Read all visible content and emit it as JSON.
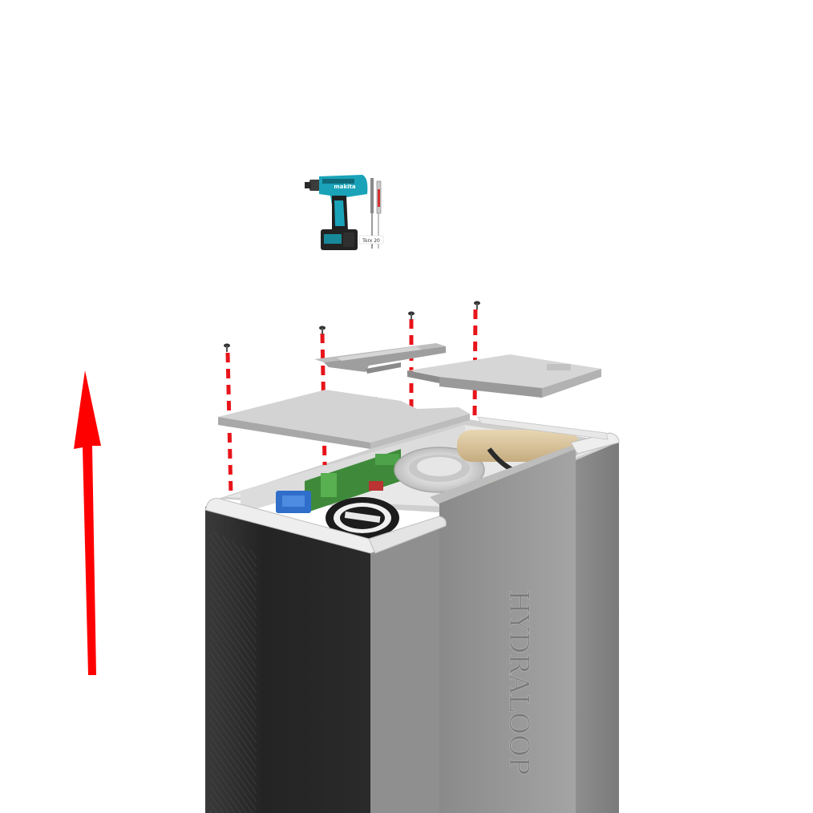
{
  "tool": {
    "brand": "makita",
    "bit_label": "Torx 20"
  },
  "cabinet": {
    "brand_text": "HYDRALOOP"
  },
  "colors": {
    "arrow": "#ff0000",
    "dash": "#e8141b",
    "cabinet_dark": "#2b2b2b",
    "cabinet_grey": "#9a9a9a",
    "panel": "#d4d4d4",
    "drill_teal": "#1aa3b8"
  },
  "icons": {
    "tool": "cordless-drill-icon",
    "direction": "arrow-up-icon"
  }
}
